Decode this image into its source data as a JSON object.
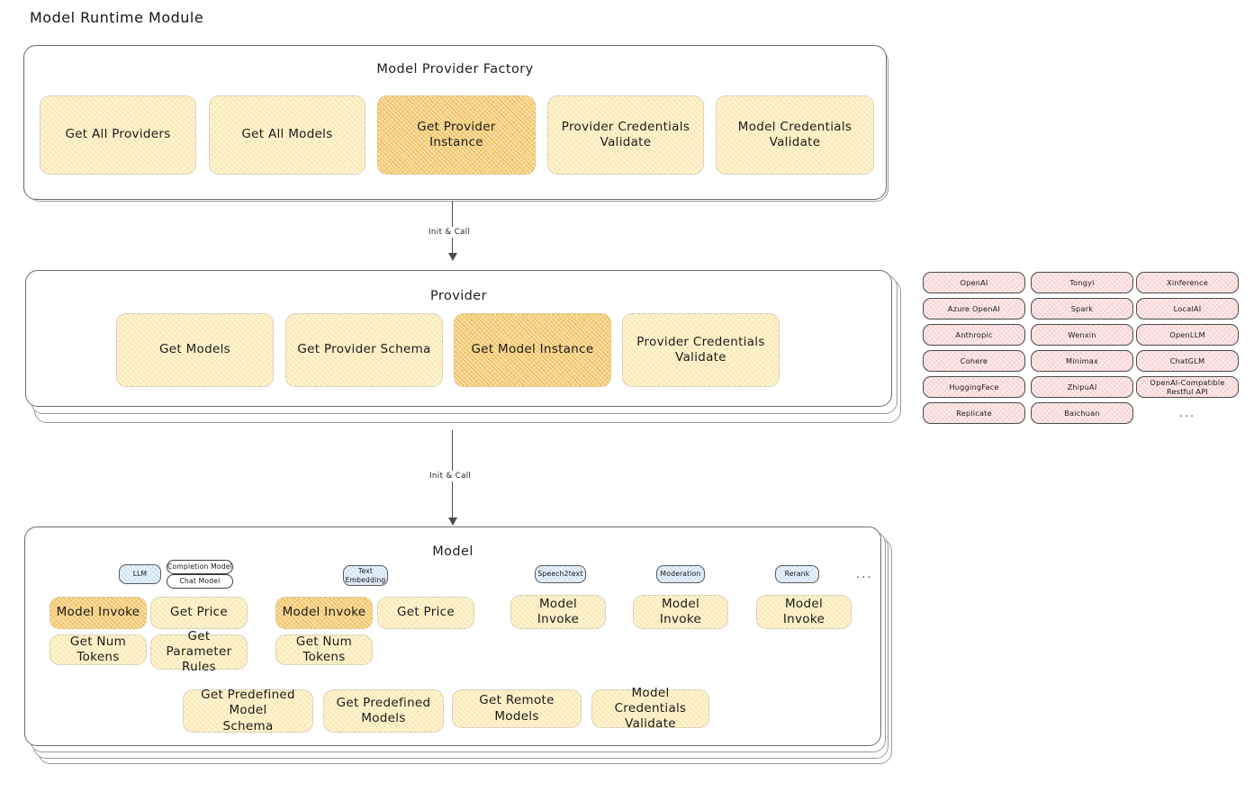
{
  "page": {
    "title": "Model Runtime Module"
  },
  "colors": {
    "node_fill": "#fdf4d3",
    "node_fill_highlight": "#fbe0a6",
    "provider_chip_fill": "#fdeced",
    "badge_fill": "#eaf3fb",
    "card_border": "#6b6b6b",
    "text": "#1e1e1e"
  },
  "factory": {
    "title": "Model Provider Factory",
    "nodes": [
      {
        "label": "Get All Providers",
        "highlight": false
      },
      {
        "label": "Get All Models",
        "highlight": false
      },
      {
        "label": "Get Provider\nInstance",
        "line1": "Get Provider",
        "line2": "Instance",
        "highlight": true
      },
      {
        "label": "Provider Credentials\nValidate",
        "line1": "Provider Credentials",
        "line2": "Validate",
        "highlight": false
      },
      {
        "label": "Model Credentials\nValidate",
        "line1": "Model Credentials",
        "line2": "Validate",
        "highlight": false
      }
    ]
  },
  "connector_1": {
    "label": "Init & Call"
  },
  "connector_2": {
    "label": "Init & Call"
  },
  "provider": {
    "title": "Provider",
    "nodes": [
      {
        "label": "Get Models",
        "highlight": false
      },
      {
        "label": "Get Provider Schema",
        "highlight": false
      },
      {
        "label": "Get Model Instance",
        "highlight": true
      },
      {
        "label": "Provider Credentials\nValidate",
        "line1": "Provider Credentials",
        "line2": "Validate",
        "highlight": false
      }
    ]
  },
  "provider_list": {
    "columns": [
      {
        "items": [
          "OpenAI",
          "Azure OpenAI",
          "Anthropic",
          "Cohere",
          "HuggingFace",
          "Replicate"
        ]
      },
      {
        "items": [
          "Tongyi",
          "Spark",
          "Wenxin",
          "Minimax",
          "ZhipuAI",
          "Baichuan"
        ]
      },
      {
        "items": [
          "Xinference",
          "LocalAI",
          "OpenLLM",
          "ChatGLM",
          "OpenAI-Compatible Restful API",
          "..."
        ]
      }
    ]
  },
  "model": {
    "title": "Model",
    "more_indicator": "...",
    "groups": [
      {
        "badge": "LLM",
        "sub_badges": [
          "Completion Model",
          "Chat Model"
        ],
        "nodes": [
          {
            "label": "Model Invoke",
            "highlight": true
          },
          {
            "label": "Get Price",
            "highlight": false
          },
          {
            "label": "Get Num Tokens",
            "highlight": false
          },
          {
            "label": "Get Parameter\nRules",
            "line1": "Get Parameter",
            "line2": "Rules",
            "highlight": false
          }
        ]
      },
      {
        "badge_line1": "Text",
        "badge_line2": "Embedding",
        "sub_badges": [],
        "nodes": [
          {
            "label": "Model Invoke",
            "highlight": true
          },
          {
            "label": "Get Price",
            "highlight": false
          },
          {
            "label": "Get Num Tokens",
            "highlight": false
          }
        ]
      },
      {
        "badge": "Speech2text",
        "sub_badges": [],
        "nodes": [
          {
            "label": "Model Invoke",
            "highlight": false
          }
        ]
      },
      {
        "badge": "Moderation",
        "sub_badges": [],
        "nodes": [
          {
            "label": "Model Invoke",
            "highlight": false
          }
        ]
      },
      {
        "badge": "Rerank",
        "sub_badges": [],
        "nodes": [
          {
            "label": "Model Invoke",
            "highlight": false
          }
        ]
      }
    ],
    "shared_nodes": [
      {
        "line1": "Get Predefined Model",
        "line2": "Schema"
      },
      {
        "line1": "Get Predefined",
        "line2": "Models"
      },
      {
        "line1": "Get Remote Models",
        "line2": ""
      },
      {
        "line1": "Model Credentials",
        "line2": "Validate"
      }
    ]
  }
}
